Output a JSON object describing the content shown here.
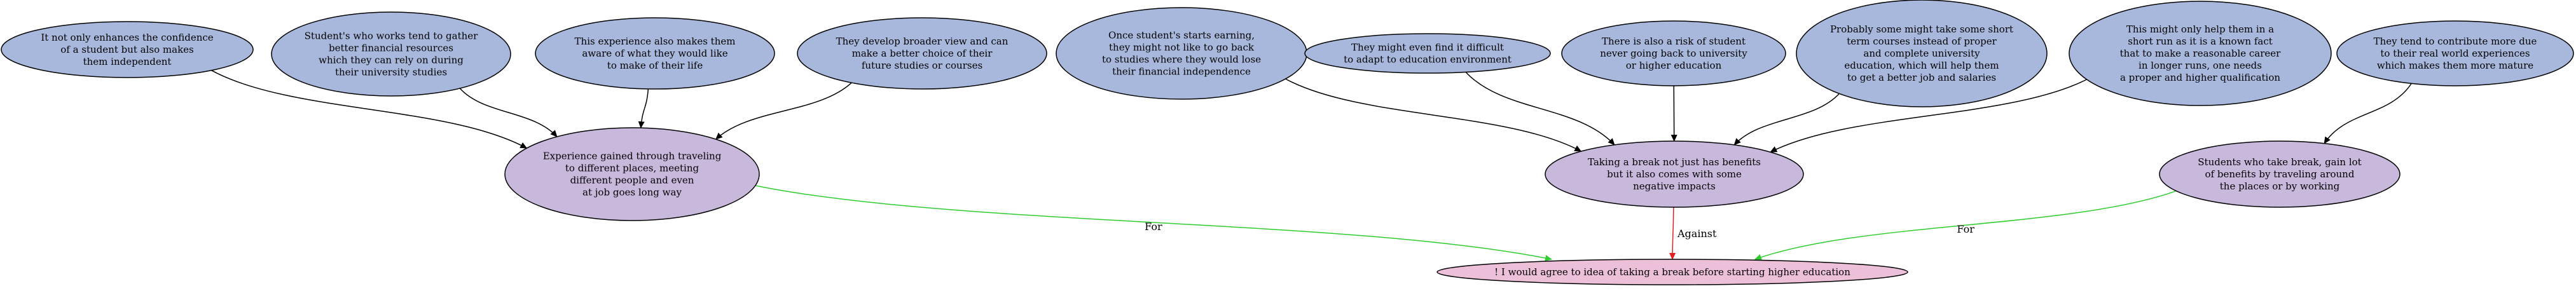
{
  "colors": {
    "premise_fill": "#a8b8dc",
    "conclusion_fill": "#c8b8dc",
    "claim_fill": "#ecc0d8",
    "outline": "#000000",
    "support_edge": "#2ecc2e",
    "attack_edge": "#e02020",
    "neutral_edge": "#000000"
  },
  "nodes": {
    "n1": {
      "lines": [
        "It not only enhances the confidence",
        "of a student but also makes",
        "them independent"
      ]
    },
    "n2": {
      "lines": [
        "Student's who works tend to gather",
        "better financial resources",
        "which they can rely on during",
        "their university studies"
      ]
    },
    "n3": {
      "lines": [
        "This experience also makes them",
        "aware of what they would like",
        "to make of their life"
      ]
    },
    "n4": {
      "lines": [
        "They develop broader view and can",
        "make a better choice of their",
        "future studies or courses"
      ]
    },
    "n5": {
      "lines": [
        "Once student's starts earning,",
        "they might not like to go back",
        "to studies where they would lose",
        "their financial independence"
      ]
    },
    "n6": {
      "lines": [
        "They might even find it difficult",
        "to adapt to education environment"
      ]
    },
    "n7": {
      "lines": [
        "There is also a risk of student",
        "never going back to university",
        "or higher education"
      ]
    },
    "n8": {
      "lines": [
        "Probably some might take some short",
        "term courses instead of proper",
        "and complete university",
        "education, which will help them",
        "to get a better job and salaries"
      ]
    },
    "n9": {
      "lines": [
        "This might only help them in a",
        "short run as it is a known fact",
        "that to make a reasonable career",
        "in longer runs, one needs",
        "a proper and higher qualification"
      ]
    },
    "n10": {
      "lines": [
        "They tend to contribute more due",
        "to their real world experiences",
        "which makes them more mature"
      ]
    },
    "c1": {
      "lines": [
        "Experience gained through traveling",
        "to different places, meeting",
        "different people and even",
        "at job goes long way"
      ]
    },
    "c2": {
      "lines": [
        "Taking a break not just has benefits",
        "but it also comes with some",
        "negative impacts"
      ]
    },
    "c3": {
      "lines": [
        "Students who take break, gain lot",
        "of benefits by traveling around",
        "the places or by working"
      ]
    },
    "claim": {
      "lines": [
        "! I would agree to idea of taking a break before starting higher education"
      ]
    }
  },
  "edges": [
    {
      "from": "n1",
      "to": "c1",
      "type": "neutral",
      "label": ""
    },
    {
      "from": "n2",
      "to": "c1",
      "type": "neutral",
      "label": ""
    },
    {
      "from": "n3",
      "to": "c1",
      "type": "neutral",
      "label": ""
    },
    {
      "from": "n4",
      "to": "c1",
      "type": "neutral",
      "label": ""
    },
    {
      "from": "n5",
      "to": "c2",
      "type": "neutral",
      "label": ""
    },
    {
      "from": "n6",
      "to": "c2",
      "type": "neutral",
      "label": ""
    },
    {
      "from": "n7",
      "to": "c2",
      "type": "neutral",
      "label": ""
    },
    {
      "from": "n8",
      "to": "c2",
      "type": "neutral",
      "label": ""
    },
    {
      "from": "n9",
      "to": "c2",
      "type": "neutral",
      "label": ""
    },
    {
      "from": "n10",
      "to": "c3",
      "type": "neutral",
      "label": ""
    },
    {
      "from": "c1",
      "to": "claim",
      "type": "support",
      "label": "For"
    },
    {
      "from": "c2",
      "to": "claim",
      "type": "attack",
      "label": "Against"
    },
    {
      "from": "c3",
      "to": "claim",
      "type": "support",
      "label": "For"
    }
  ]
}
